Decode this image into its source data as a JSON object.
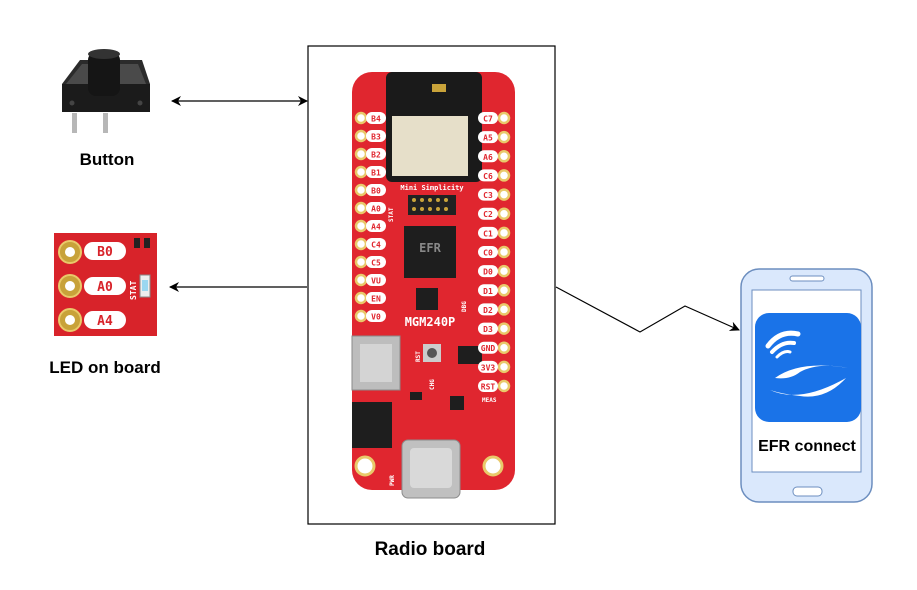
{
  "diagram": {
    "nodes": {
      "button": {
        "label": "Button"
      },
      "led": {
        "label": "LED on board",
        "pins": [
          "B0",
          "A0",
          "A4"
        ],
        "stat": "STAT"
      },
      "radio_board": {
        "label": "Radio board",
        "board_name": "MGM240P",
        "chip_marking": "EFR",
        "mini_simplicity": "Mini Simplicity",
        "left_pins": [
          "B4",
          "B3",
          "B2",
          "B1",
          "B0",
          "A0",
          "A4",
          "C4",
          "C5",
          "VU",
          "EN",
          "V0"
        ],
        "right_pins": [
          "C7",
          "A5",
          "A6",
          "C6",
          "C3",
          "C2",
          "C1",
          "C0",
          "D0",
          "D1",
          "D2",
          "D3",
          "GND",
          "3V3",
          "RST"
        ],
        "small_labels": {
          "stat": "STAT",
          "dbg": "DBG",
          "chg": "CHG",
          "rst": "RST",
          "meas": "MEAS",
          "pwr": "PWR"
        }
      },
      "efr_connect": {
        "label": "EFR connect"
      }
    },
    "colors": {
      "board_red": "#e0262f",
      "app_blue": "#1a73e8",
      "phone_frame": "#dae8fc",
      "phone_stroke": "#6c8ebf"
    }
  }
}
